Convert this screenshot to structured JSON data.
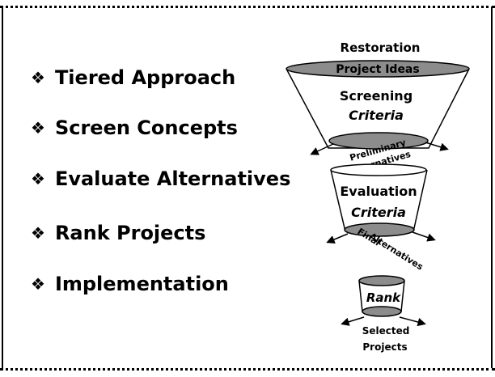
{
  "bullets": [
    {
      "symbol": "❖",
      "label": "Tiered Approach"
    },
    {
      "symbol": "❖",
      "label": "Screen Concepts"
    },
    {
      "symbol": "❖",
      "label": "Evaluate Alternatives"
    },
    {
      "symbol": "❖",
      "label": "Rank Projects"
    },
    {
      "symbol": "❖",
      "label": "Implementation"
    }
  ],
  "funnel": {
    "top_label_line1": "Restoration",
    "top_label_line2": "Project Ideas",
    "stage1_line1": "Screening",
    "stage1_line2": "Criteria",
    "between1_line1": "Preliminary",
    "between1_line2": "Alternatives",
    "stage2_line1": "Evaluation",
    "stage2_line2": "Criteria",
    "between2_line1": "Final",
    "between2_line2": "Alternatives",
    "stage3_label": "Rank",
    "bottom_line1": "Selected",
    "bottom_line2": "Projects"
  },
  "colors": {
    "ellipse_fill": "#8c8c8c",
    "outline": "#000000",
    "background": "#ffffff"
  }
}
